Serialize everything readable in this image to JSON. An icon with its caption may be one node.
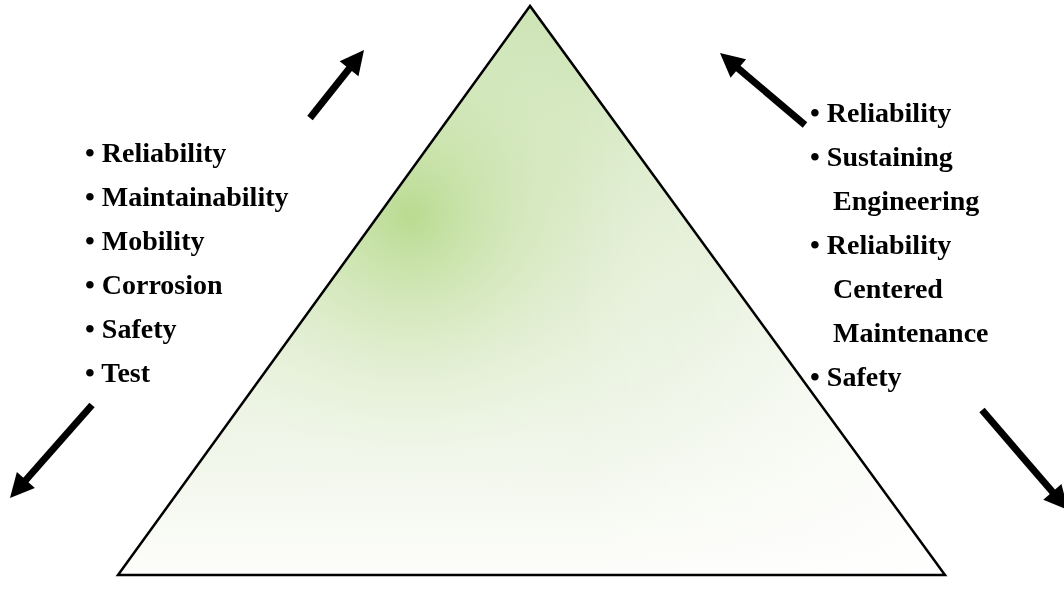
{
  "diagram": {
    "labels": [
      "• Reliability",
      "• Maintainability",
      "• Mobility",
      "• Corrosion",
      "• Safety",
      "• Test",
      "• Reliability",
      "• Sustaining Engineering",
      "• Reliability Centered Maintenance",
      "• Safety"
    ]
  }
}
